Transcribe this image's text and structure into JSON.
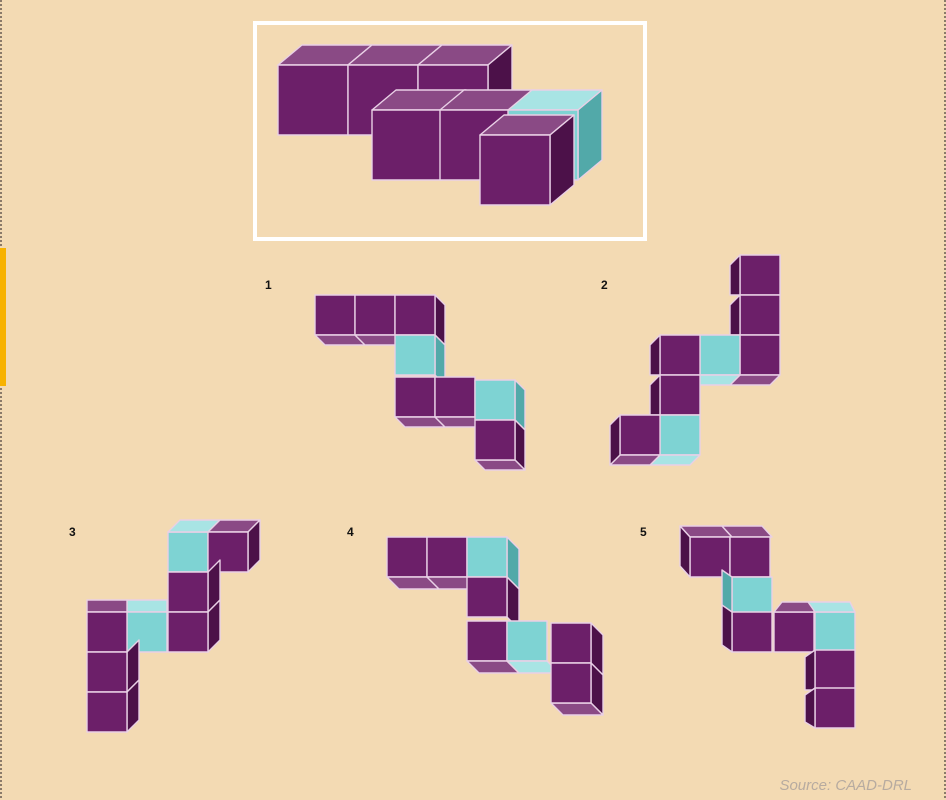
{
  "colors": {
    "background": "#f3dab3",
    "cube_purple": "#6e1f6b",
    "cube_cyan": "#79d2d2",
    "frame": "#ffffff",
    "edge_tab": "#f7b200"
  },
  "reference": {
    "title": "",
    "cube_count": 8
  },
  "options": [
    {
      "label": "1"
    },
    {
      "label": "2"
    },
    {
      "label": "3"
    },
    {
      "label": "4"
    },
    {
      "label": "5"
    }
  ],
  "source": "Source: CAAD-DRL"
}
